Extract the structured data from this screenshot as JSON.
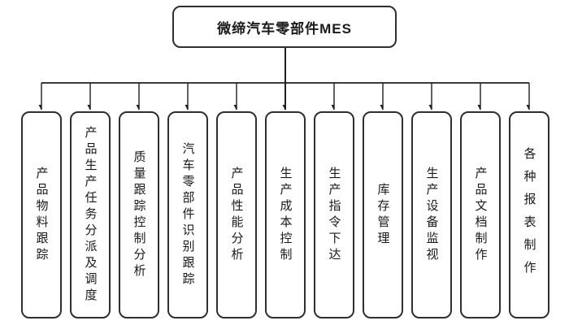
{
  "diagram": {
    "root": {
      "label": "微缔汽车零部件MES"
    },
    "children": [
      {
        "label": "产品物料跟踪"
      },
      {
        "label": "产品生产任务分派及调度"
      },
      {
        "label": "质量跟踪控制分析"
      },
      {
        "label": "汽车零部件识别跟踪"
      },
      {
        "label": "产品性能分析"
      },
      {
        "label": "生产成本控制"
      },
      {
        "label": "生产指令下达"
      },
      {
        "label": "库存管理"
      },
      {
        "label": "生产设备监视"
      },
      {
        "label": "产品文档制作"
      },
      {
        "label": "各种报表制作"
      }
    ],
    "colors": {
      "border": "#2f2f2f",
      "line": "#1f1f1f",
      "text": "#1a1a1a",
      "background": "#ffffff"
    }
  }
}
